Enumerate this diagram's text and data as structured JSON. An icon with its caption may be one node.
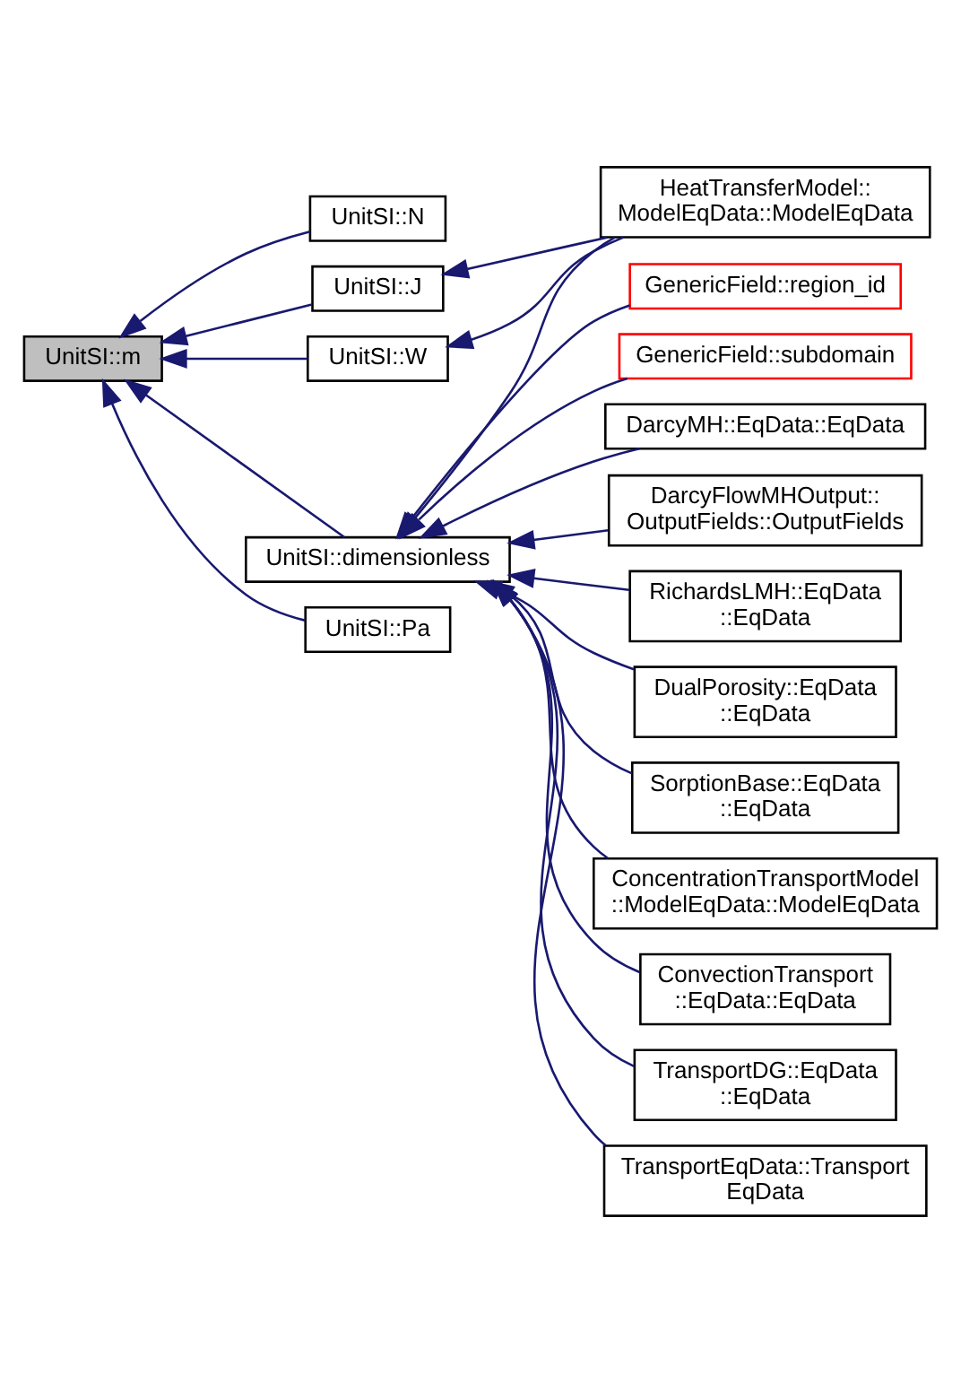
{
  "diagram": {
    "nodes": [
      {
        "text": [
          "UnitSI::m"
        ]
      },
      {
        "text": [
          "UnitSI::N"
        ]
      },
      {
        "text": [
          "UnitSI::J"
        ]
      },
      {
        "text": [
          "UnitSI::W"
        ]
      },
      {
        "text": [
          "UnitSI::Pa"
        ]
      },
      {
        "text": [
          "UnitSI::dimensionless"
        ]
      },
      {
        "text": [
          "HeatTransferModel:: ModelEqData::ModelEqData"
        ]
      },
      {
        "text": [
          "GenericField::region_id"
        ]
      },
      {
        "text": [
          "GenericField::subdomain"
        ]
      },
      {
        "text": [
          "DarcyMH::EqData::EqData"
        ]
      },
      {
        "text": [
          "DarcyFlowMHOutput:: OutputFields::OutputFields"
        ]
      },
      {
        "text": [
          "RichardsLMH::EqData ::EqData"
        ]
      },
      {
        "text": [
          "DualPorosity::EqData ::EqData"
        ]
      },
      {
        "text": [
          "SorptionBase::EqData ::EqData"
        ]
      },
      {
        "text": [
          "ConcentrationTransportModel ::ModelEqData::ModelEqData"
        ]
      },
      {
        "text": [
          "ConvectionTransport ::EqData::EqData"
        ]
      },
      {
        "text": [
          "TransportDG::EqData ::EqData"
        ]
      },
      {
        "text": [
          "TransportEqData::Transport EqData"
        ]
      }
    ],
    "edges": [
      {
        "from": 1,
        "to": 0,
        "arrow": "to"
      },
      {
        "from": 2,
        "to": 0,
        "arrow": "to"
      },
      {
        "from": 3,
        "to": 0,
        "arrow": "to"
      },
      {
        "from": 4,
        "to": 0,
        "arrow": "to"
      },
      {
        "from": 5,
        "to": 0,
        "arrow": "to"
      },
      {
        "from": 6,
        "to": 2,
        "arrow": "to"
      },
      {
        "from": 6,
        "to": 3,
        "arrow": "to"
      },
      {
        "from": 6,
        "to": 5,
        "arrow": "to"
      },
      {
        "from": 7,
        "to": 5,
        "arrow": "to"
      },
      {
        "from": 8,
        "to": 5,
        "arrow": "to"
      },
      {
        "from": 9,
        "to": 5,
        "arrow": "to"
      },
      {
        "from": 10,
        "to": 5,
        "arrow": "to"
      },
      {
        "from": 11,
        "to": 5,
        "arrow": "to"
      },
      {
        "from": 12,
        "to": 5,
        "arrow": "to"
      },
      {
        "from": 13,
        "to": 5,
        "arrow": "to"
      },
      {
        "from": 14,
        "to": 5,
        "arrow": "to"
      },
      {
        "from": 15,
        "to": 5,
        "arrow": "to"
      },
      {
        "from": 16,
        "to": 5,
        "arrow": "to"
      },
      {
        "from": 17,
        "to": 5,
        "arrow": "to"
      }
    ]
  }
}
